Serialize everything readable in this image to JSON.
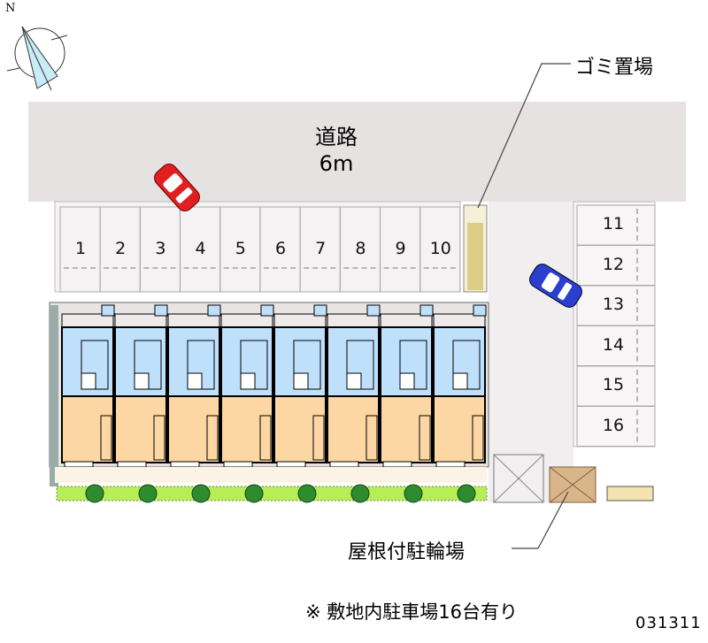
{
  "road": {
    "name": "道路",
    "width": "6m"
  },
  "labels": {
    "garbage": "ゴミ置場",
    "bicycle_parking": "屋根付駐輪場",
    "note": "※ 敷地内駐車場16台有り",
    "code": "031311"
  },
  "compass": {
    "north": "N"
  },
  "parking_left": [
    "1",
    "2",
    "3",
    "4",
    "5",
    "6",
    "7",
    "8",
    "9",
    "10"
  ],
  "parking_right": [
    "11",
    "12",
    "13",
    "14",
    "15",
    "16"
  ],
  "units_count": 8,
  "colors": {
    "road": "#e6e2e2",
    "room": "#fcd7a4",
    "wet": "#bfe0fb",
    "tree": "#2e8b2e",
    "hedge": "#b8ee55",
    "car_red": "#e02020",
    "car_blue": "#2a3fd0"
  }
}
